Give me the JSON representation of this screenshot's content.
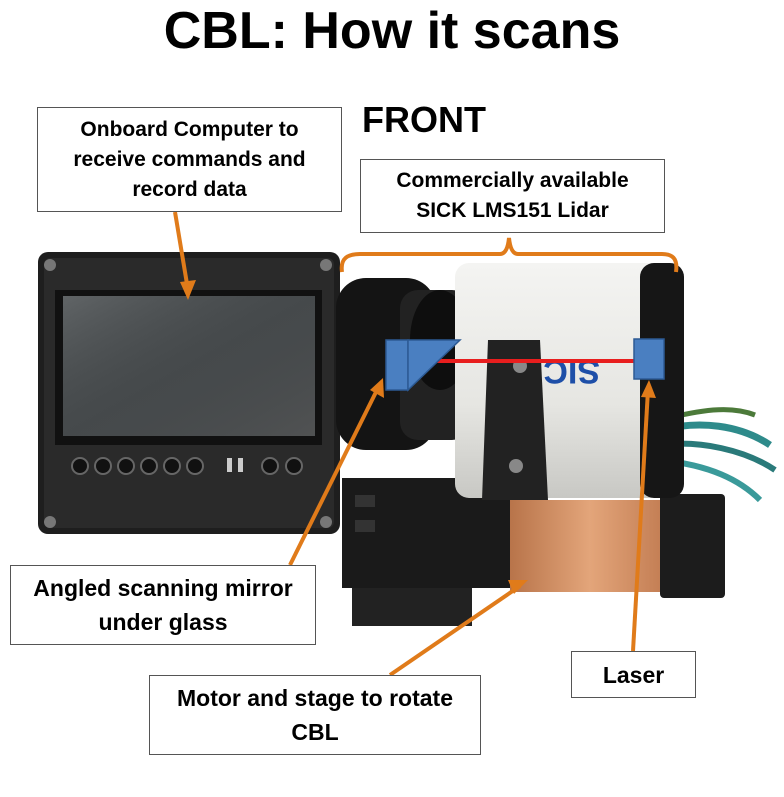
{
  "title": "CBL: How it scans",
  "view_label": "FRONT",
  "callouts": {
    "computer": "Onboard Computer to\nreceive commands and\nrecord data",
    "lidar": "Commercially available\nSICK LMS151 Lidar",
    "mirror": "Angled scanning mirror\nunder glass",
    "motor": "Motor and stage to rotate\nCBL",
    "laser": "Laser"
  },
  "device_branding": "SICK",
  "colors": {
    "arrow": "#e07b1a",
    "laser_beam": "#e81e1e",
    "component_box": "#4a7fc1"
  }
}
